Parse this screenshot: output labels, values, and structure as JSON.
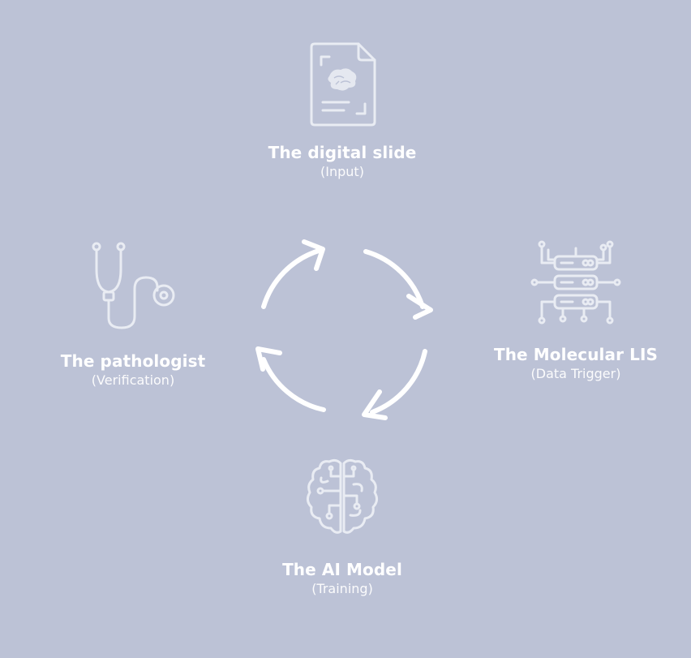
{
  "diagram": {
    "nodes": [
      {
        "id": "input",
        "icon": "document-icon",
        "title": "The digital slide",
        "subtitle": "(Input)"
      },
      {
        "id": "trigger",
        "icon": "circuit-icon",
        "title": "The Molecular LIS",
        "subtitle": "(Data Trigger)"
      },
      {
        "id": "training",
        "icon": "brain-icon",
        "title": "The AI Model",
        "subtitle": "(Training)"
      },
      {
        "id": "verification",
        "icon": "stethoscope-icon",
        "title": "The pathologist",
        "subtitle": "(Verification)"
      }
    ],
    "cycle": {
      "direction": "clockwise",
      "arrow_count": 4
    },
    "colors": {
      "background": "#bcc2d6",
      "foreground": "#ffffff"
    }
  }
}
